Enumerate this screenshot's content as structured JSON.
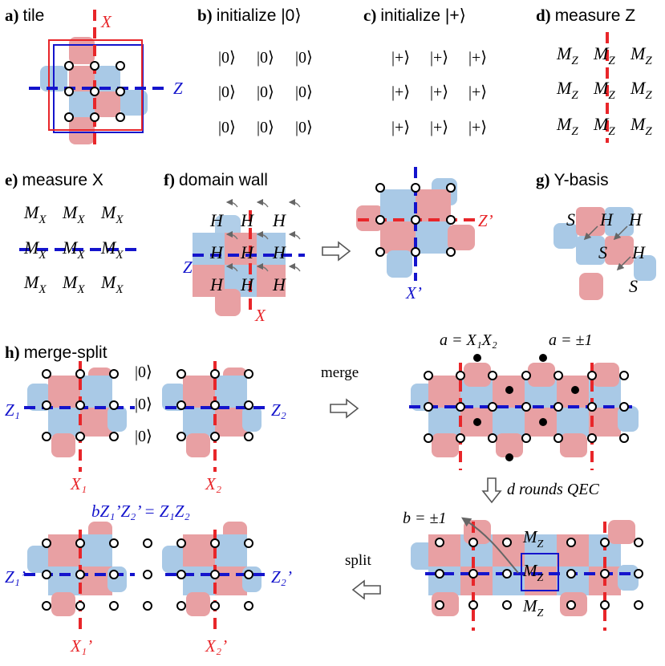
{
  "colors": {
    "red_plaquette": "#E8A0A3",
    "blue_plaquette": "#A9C9E6",
    "red_line": "#E8262A",
    "blue_line": "#1414CC",
    "qubit_fill": "#FFFFFF",
    "qubit_stroke": "#000000"
  },
  "panels": {
    "a": {
      "letter": "a)",
      "title": "tile",
      "x_label": "X",
      "z_label": "Z"
    },
    "b": {
      "letter": "b)",
      "title": "initialize |0⟩",
      "cell": "|0⟩"
    },
    "c": {
      "letter": "c)",
      "title": "initialize |+⟩",
      "cell": "|+⟩"
    },
    "d": {
      "letter": "d)",
      "title": "measure Z",
      "cell_main": "M",
      "cell_sub": "Z"
    },
    "e": {
      "letter": "e)",
      "title": "measure X",
      "cell_main": "M",
      "cell_sub": "X"
    },
    "f": {
      "letter": "f)",
      "title": "domain wall",
      "gate": "H",
      "z_label": "Z",
      "x_label": "X",
      "zp_label": "Z’",
      "xp_label": "X’"
    },
    "g": {
      "letter": "g)",
      "title": "Y-basis",
      "gate_s": "S",
      "gate_h": "H"
    },
    "h": {
      "letter": "h)",
      "title": "merge-split",
      "init_cell": "|0⟩",
      "z1": "Z₁",
      "z2": "Z₂",
      "x1": "X₁",
      "x2": "X₂",
      "merge": "merge",
      "split": "split",
      "a_eq": "a = X₁X₂",
      "a_val": "a = ±1",
      "qec": "d rounds QEC",
      "b_val": "b = ±1",
      "mz": "M",
      "mz_sub": "Z",
      "b_eq": "bZ₁’Z₂’ = Z₁Z₂",
      "z1p": "Z₁’",
      "z2p": "Z₂’",
      "x1p": "X₁’",
      "x2p": "X₂’"
    }
  }
}
